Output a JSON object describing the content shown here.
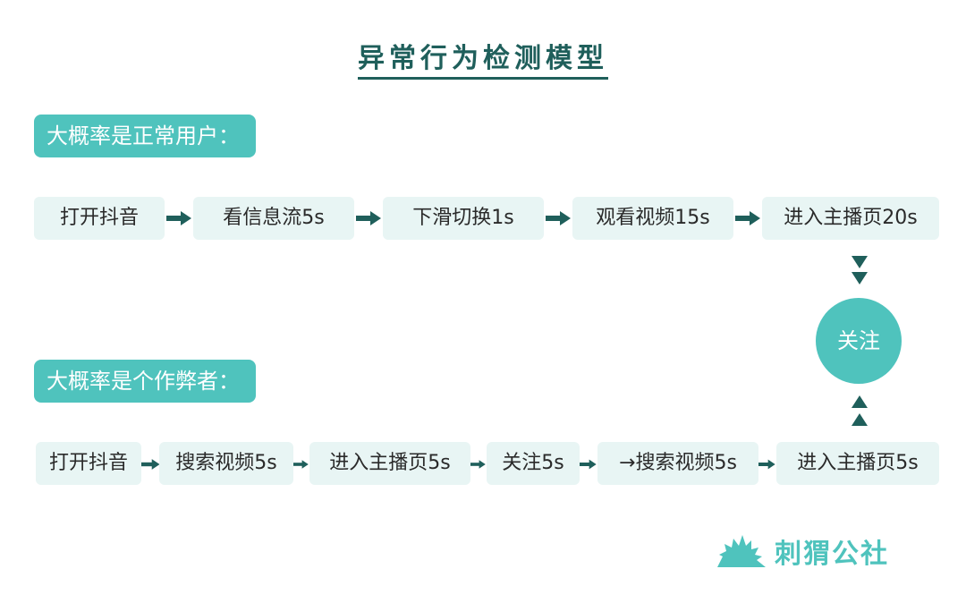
{
  "title": "异常行为检测模型",
  "normal": {
    "label": "大概率是正常用户：",
    "steps": [
      "打开抖音",
      "看信息流5s",
      "下滑切换1s",
      "观看视频15s",
      "进入主播页20s"
    ]
  },
  "cheater": {
    "label": "大概率是个作弊者：",
    "steps": [
      "打开抖音",
      "搜索视频5s",
      "进入主播页5s",
      "关注5s",
      "→搜索视频5s",
      "进入主播页5s"
    ]
  },
  "center_node": "关注",
  "logo": {
    "text": "刺猬公社",
    "icon": "hedgehog-icon"
  },
  "colors": {
    "accent": "#4fc3bd",
    "dark": "#1f5f5b",
    "box_bg": "#e8f5f4"
  }
}
